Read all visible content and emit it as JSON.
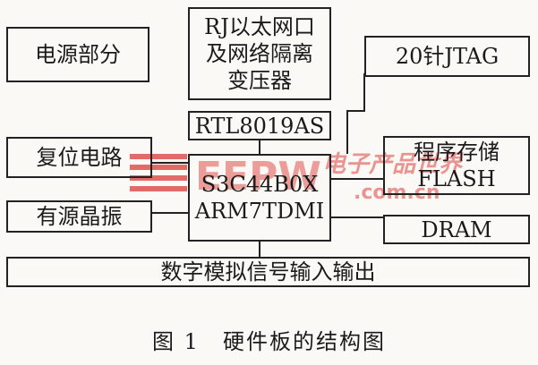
{
  "blocks": {
    "power": "电源部分",
    "rj45": [
      "RJ以太网口",
      "及网络隔离",
      "变压器"
    ],
    "rtl": "RTL8019AS",
    "jtag": "20针JTAG",
    "reset": "复位电路",
    "cpu": [
      "S3C44B0X",
      "ARM7TDMI"
    ],
    "flash": [
      "程序存储",
      "FLASH"
    ],
    "oscillator": "有源晶振",
    "dram": "DRAM",
    "io": "数字模拟信号输入输出"
  },
  "caption": "图 1　硬件板的结构图",
  "watermark": {
    "logo": "EEPW",
    "site": ".com.cn",
    "chinese": "电子产品世界",
    "color": "#e0524f"
  }
}
